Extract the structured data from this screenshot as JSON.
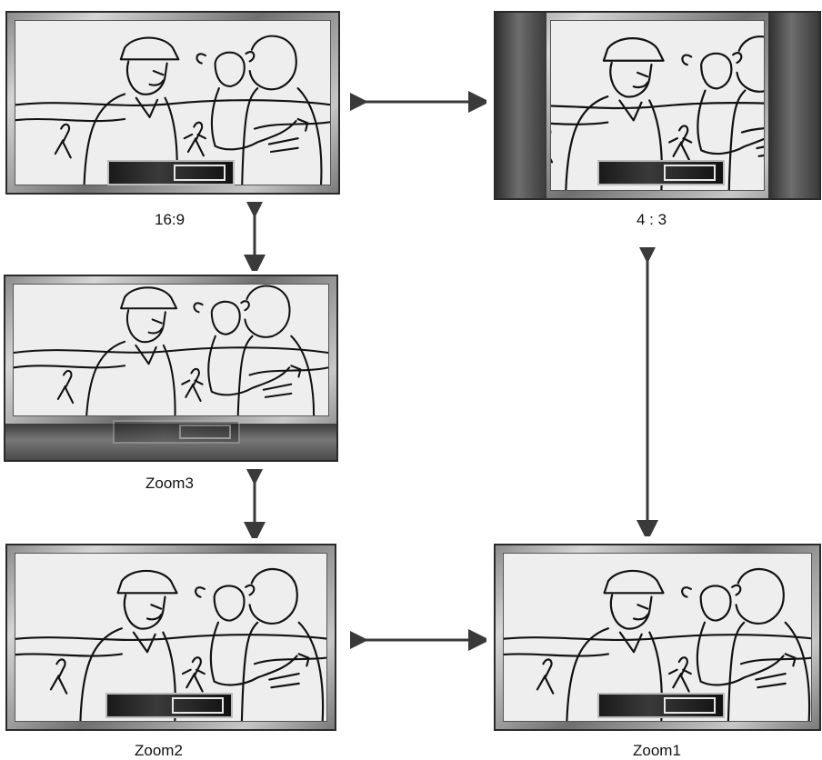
{
  "modes": {
    "m169": {
      "label": "16:9"
    },
    "m43": {
      "label": "4 : 3"
    },
    "zoom3": {
      "label": "Zoom3"
    },
    "zoom2": {
      "label": "Zoom2"
    },
    "zoom1": {
      "label": "Zoom1"
    }
  },
  "colors": {
    "arrow": "#3a3a3a",
    "frame": "#2a2a2a",
    "picture": "#eeeeee"
  }
}
